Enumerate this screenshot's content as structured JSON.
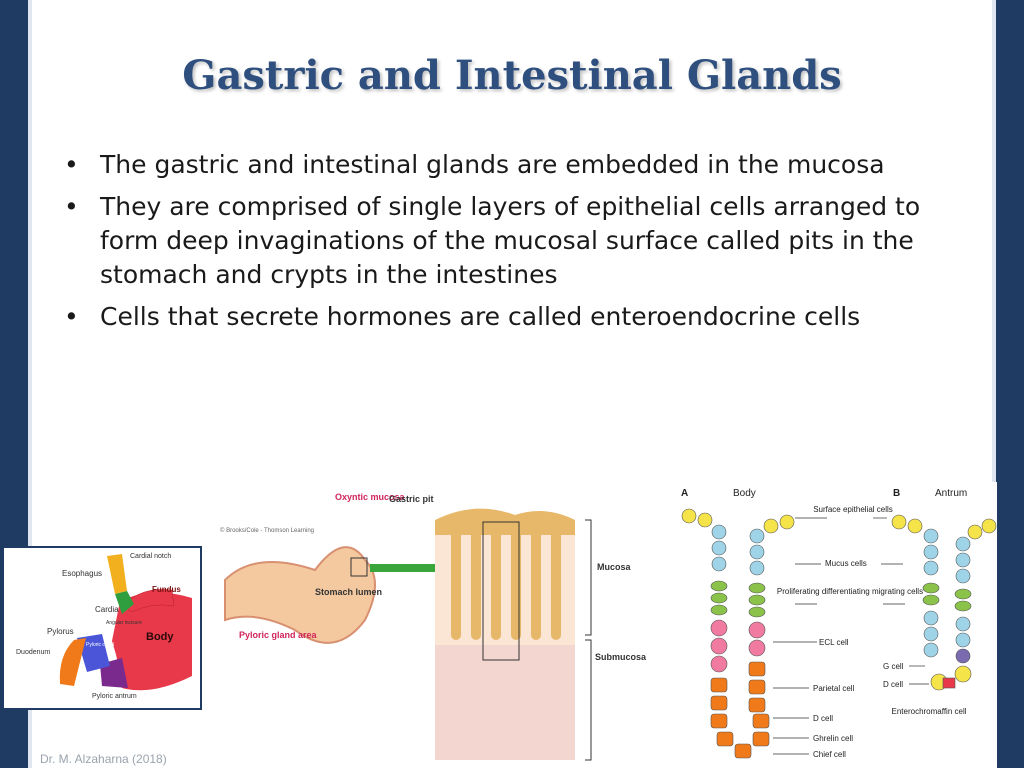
{
  "slide": {
    "title": "Gastric and Intestinal Glands",
    "bullets": [
      "The gastric and intestinal glands are embedded in the mucosa",
      "They are comprised of single layers of epithelial cells arranged to form deep invaginations of the mucosal surface called pits in the stomach and crypts in the intestines",
      "Cells that secrete hormones are called enteroendocrine cells"
    ],
    "bullet_glyph": "•",
    "footer": "Dr. M. Alzaharna (2018)"
  },
  "stomach_diagram": {
    "labels": {
      "cardial_notch": "Cardial notch",
      "esophagus": "Esophagus",
      "fundus": "Fundus",
      "cardia": "Cardia",
      "angular_incisure": "Angular incisure",
      "pylorus": "Pylorus",
      "pyloric_canal": "Pyloric canal",
      "body": "Body",
      "duodenum": "Duodenum",
      "pyloric_antrum": "Pyloric antrum"
    }
  },
  "mucosa_diagram": {
    "labels": {
      "copyright": "© Brooks/Cole - Thomson Learning",
      "oxyntic_mucosa": "Oxyntic mucosa",
      "gastric_pit": "Gastric pit",
      "stomach_lumen": "Stomach lumen",
      "pyloric_gland_area": "Pyloric gland area",
      "mucosa": "Mucosa",
      "submucosa": "Submucosa"
    }
  },
  "gland_diagram": {
    "labels": {
      "panel_a": "A",
      "body": "Body",
      "panel_b": "B",
      "antrum": "Antrum",
      "surface_epithelial": "Surface epithelial cells",
      "mucus_cells": "Mucus cells",
      "proliferating": "Proliferating differentiating migrating cells",
      "ecl_cell": "ECL cell",
      "g_cell": "G cell",
      "d_cell_b": "D cell",
      "parietal_cell": "Parietal cell",
      "enterochromaffin": "Enterochromaffin cell",
      "d_cell": "D cell",
      "ghrelin_cell": "Ghrelin cell",
      "chief_cell": "Chief cell"
    }
  },
  "colors": {
    "frame": "#1f3b63",
    "title": "#2f4f7f",
    "stomach_body": "#e8394a",
    "fundus": "#e8394a",
    "esophagus": "#f2b01e",
    "cardia": "#2e9e3e",
    "pyloric_canal": "#4a55d8",
    "antrum": "#7a2a8c",
    "duodenum": "#f07a1a",
    "arrow": "#3aa53a",
    "gland_tan": "#e8b86a"
  }
}
